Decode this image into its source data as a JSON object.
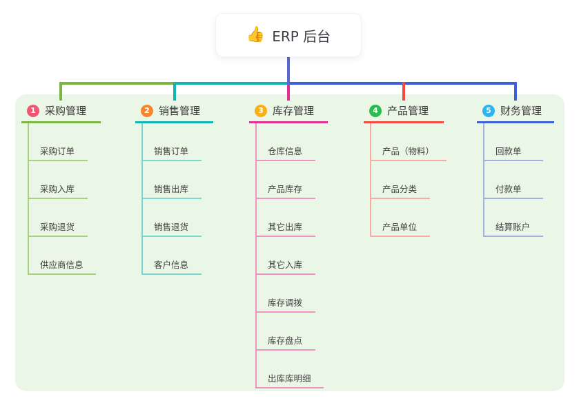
{
  "root": {
    "label": "ERP 后台",
    "icon": "👍",
    "line_color": "#5a68cf"
  },
  "panel": {
    "background": "#ebf7e6"
  },
  "branches": [
    {
      "number": "1",
      "label": "采购管理",
      "colors": {
        "main": "#7db542",
        "light": "#a9cf81",
        "badge": "#f25672"
      },
      "children": [
        "采购订单",
        "采购入库",
        "采购退货",
        "供应商信息"
      ]
    },
    {
      "number": "2",
      "label": "销售管理",
      "colors": {
        "main": "#12b5b1",
        "light": "#7fd6cf",
        "badge": "#f6872d"
      },
      "children": [
        "销售订单",
        "销售出库",
        "销售退货",
        "客户信息"
      ]
    },
    {
      "number": "3",
      "label": "库存管理",
      "colors": {
        "main": "#e23190",
        "light": "#f193c2",
        "badge": "#f9b017"
      },
      "children": [
        "仓库信息",
        "产品库存",
        "其它出库",
        "其它入库",
        "库存调拨",
        "库存盘点",
        "出库库明细"
      ]
    },
    {
      "number": "4",
      "label": "产品管理",
      "colors": {
        "main": "#f44b3e",
        "light": "#f8aba1",
        "badge": "#2abc4f"
      },
      "children": [
        "产品（物料）",
        "产品分类",
        "产品单位"
      ]
    },
    {
      "number": "5",
      "label": "财务管理",
      "colors": {
        "main": "#3e5fd8",
        "light": "#a3b2dc",
        "badge": "#2eb3f2"
      },
      "children": [
        "回款单",
        "付款单",
        "结算账户"
      ]
    }
  ]
}
